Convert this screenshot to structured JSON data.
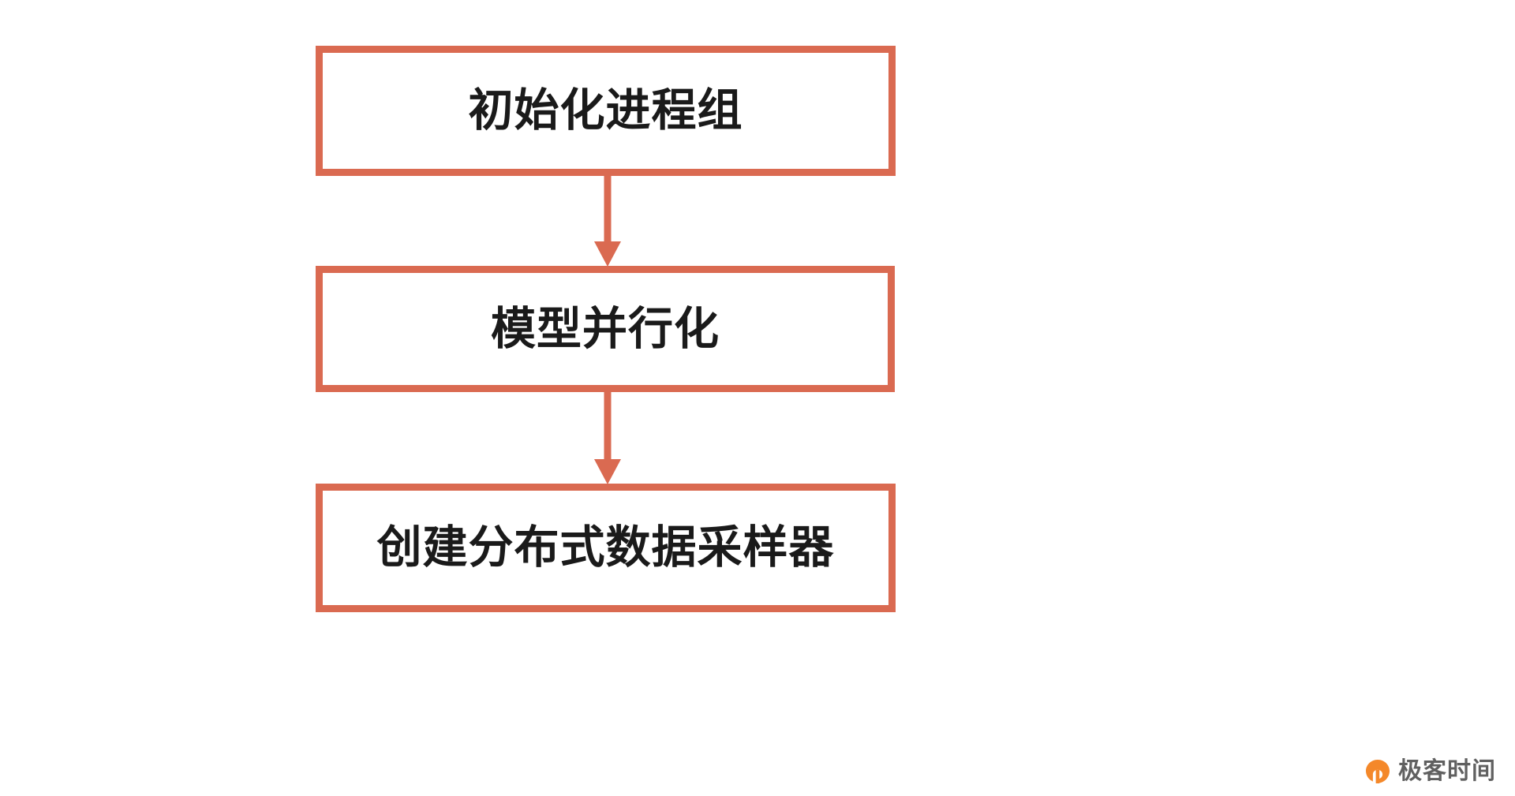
{
  "diagram": {
    "type": "flowchart",
    "orientation": "vertical",
    "background_color": "#ffffff",
    "accent_color": "#da6a51",
    "text_color": "#1a1a1a",
    "nodes": [
      {
        "id": "node-1",
        "label": "初始化进程组",
        "shape": "rectangle"
      },
      {
        "id": "node-2",
        "label": "模型并行化",
        "shape": "rectangle"
      },
      {
        "id": "node-3",
        "label": "创建分布式数据采样器",
        "shape": "rectangle"
      }
    ],
    "connectors": [
      {
        "id": "connector-1",
        "from": "node-1",
        "to": "node-2",
        "arrow": "down-arrow-icon"
      },
      {
        "id": "connector-2",
        "from": "node-2",
        "to": "node-3",
        "arrow": "down-arrow-icon"
      }
    ]
  },
  "watermark": {
    "text": "极客时间",
    "logo": "geektime-logo-icon",
    "logo_color": "#f4821f"
  }
}
